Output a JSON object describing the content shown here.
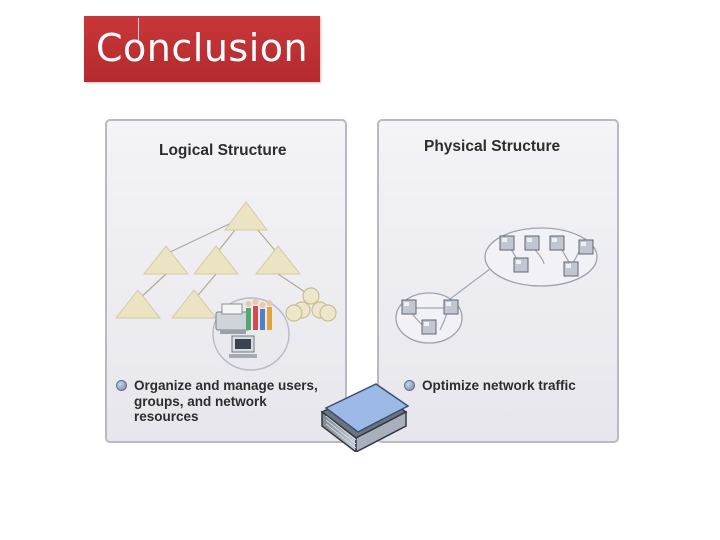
{
  "slide": {
    "title": "Conclusion",
    "title_color": "#b8302f"
  },
  "logical_panel": {
    "title": "Logical Structure",
    "bullet_line_1": "Organize and manage users,",
    "bullet_line_2": "groups, and network",
    "bullet_line_3": "resources"
  },
  "physical_panel": {
    "title": "Physical Structure",
    "bullet": "Optimize network traffic"
  },
  "icons": [
    "triangle-hierarchy-icon",
    "server-cluster-icon",
    "printer-icon",
    "book-icon"
  ],
  "colors": {
    "panel_bg": "#ececf1",
    "triangle_fill": "#ece3c2",
    "triangle_stroke": "#c9bd93",
    "book_blue": "#9db9e6"
  }
}
